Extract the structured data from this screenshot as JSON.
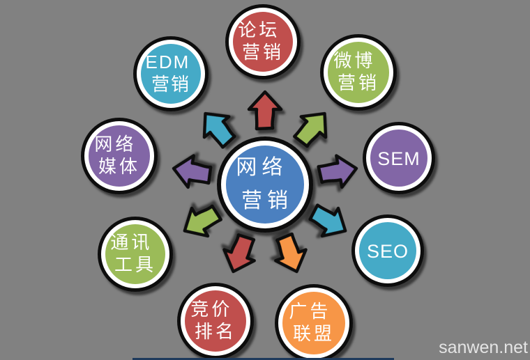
{
  "background_color": "#818181",
  "bottom_bar_color": "#1e3a5c",
  "watermark": "sanwen.net",
  "diagram": {
    "center": {
      "label": "网络营销",
      "lines": [
        "网络",
        "营销"
      ],
      "color": "#4c80c0"
    },
    "nodes": [
      {
        "label": "论坛营销",
        "lines": [
          "论坛",
          "营销"
        ],
        "color": "#c0504d",
        "position": "top"
      },
      {
        "label": "微博营销",
        "lines": [
          "微博",
          "营销"
        ],
        "color": "#9bbb59",
        "position": "top-right"
      },
      {
        "label": "SEM",
        "lines": [
          "SEM"
        ],
        "color": "#8266a6",
        "position": "right"
      },
      {
        "label": "SEO",
        "lines": [
          "SEO"
        ],
        "color": "#45aac7",
        "position": "bottom-right"
      },
      {
        "label": "广告联盟",
        "lines": [
          "广告",
          "联盟"
        ],
        "color": "#f79646",
        "position": "bottom"
      },
      {
        "label": "竞价排名",
        "lines": [
          "竞价",
          "排名"
        ],
        "color": "#c0504d",
        "position": "bottom-left"
      },
      {
        "label": "通讯工具",
        "lines": [
          "通讯",
          "工具"
        ],
        "color": "#9bbb59",
        "position": "left-bottom"
      },
      {
        "label": "网络媒体",
        "lines": [
          "网络",
          "媒体"
        ],
        "color": "#8266a6",
        "position": "left"
      },
      {
        "label": "EDM营销",
        "lines": [
          "EDM",
          "营销"
        ],
        "color": "#45aac7",
        "position": "top-left"
      }
    ]
  }
}
